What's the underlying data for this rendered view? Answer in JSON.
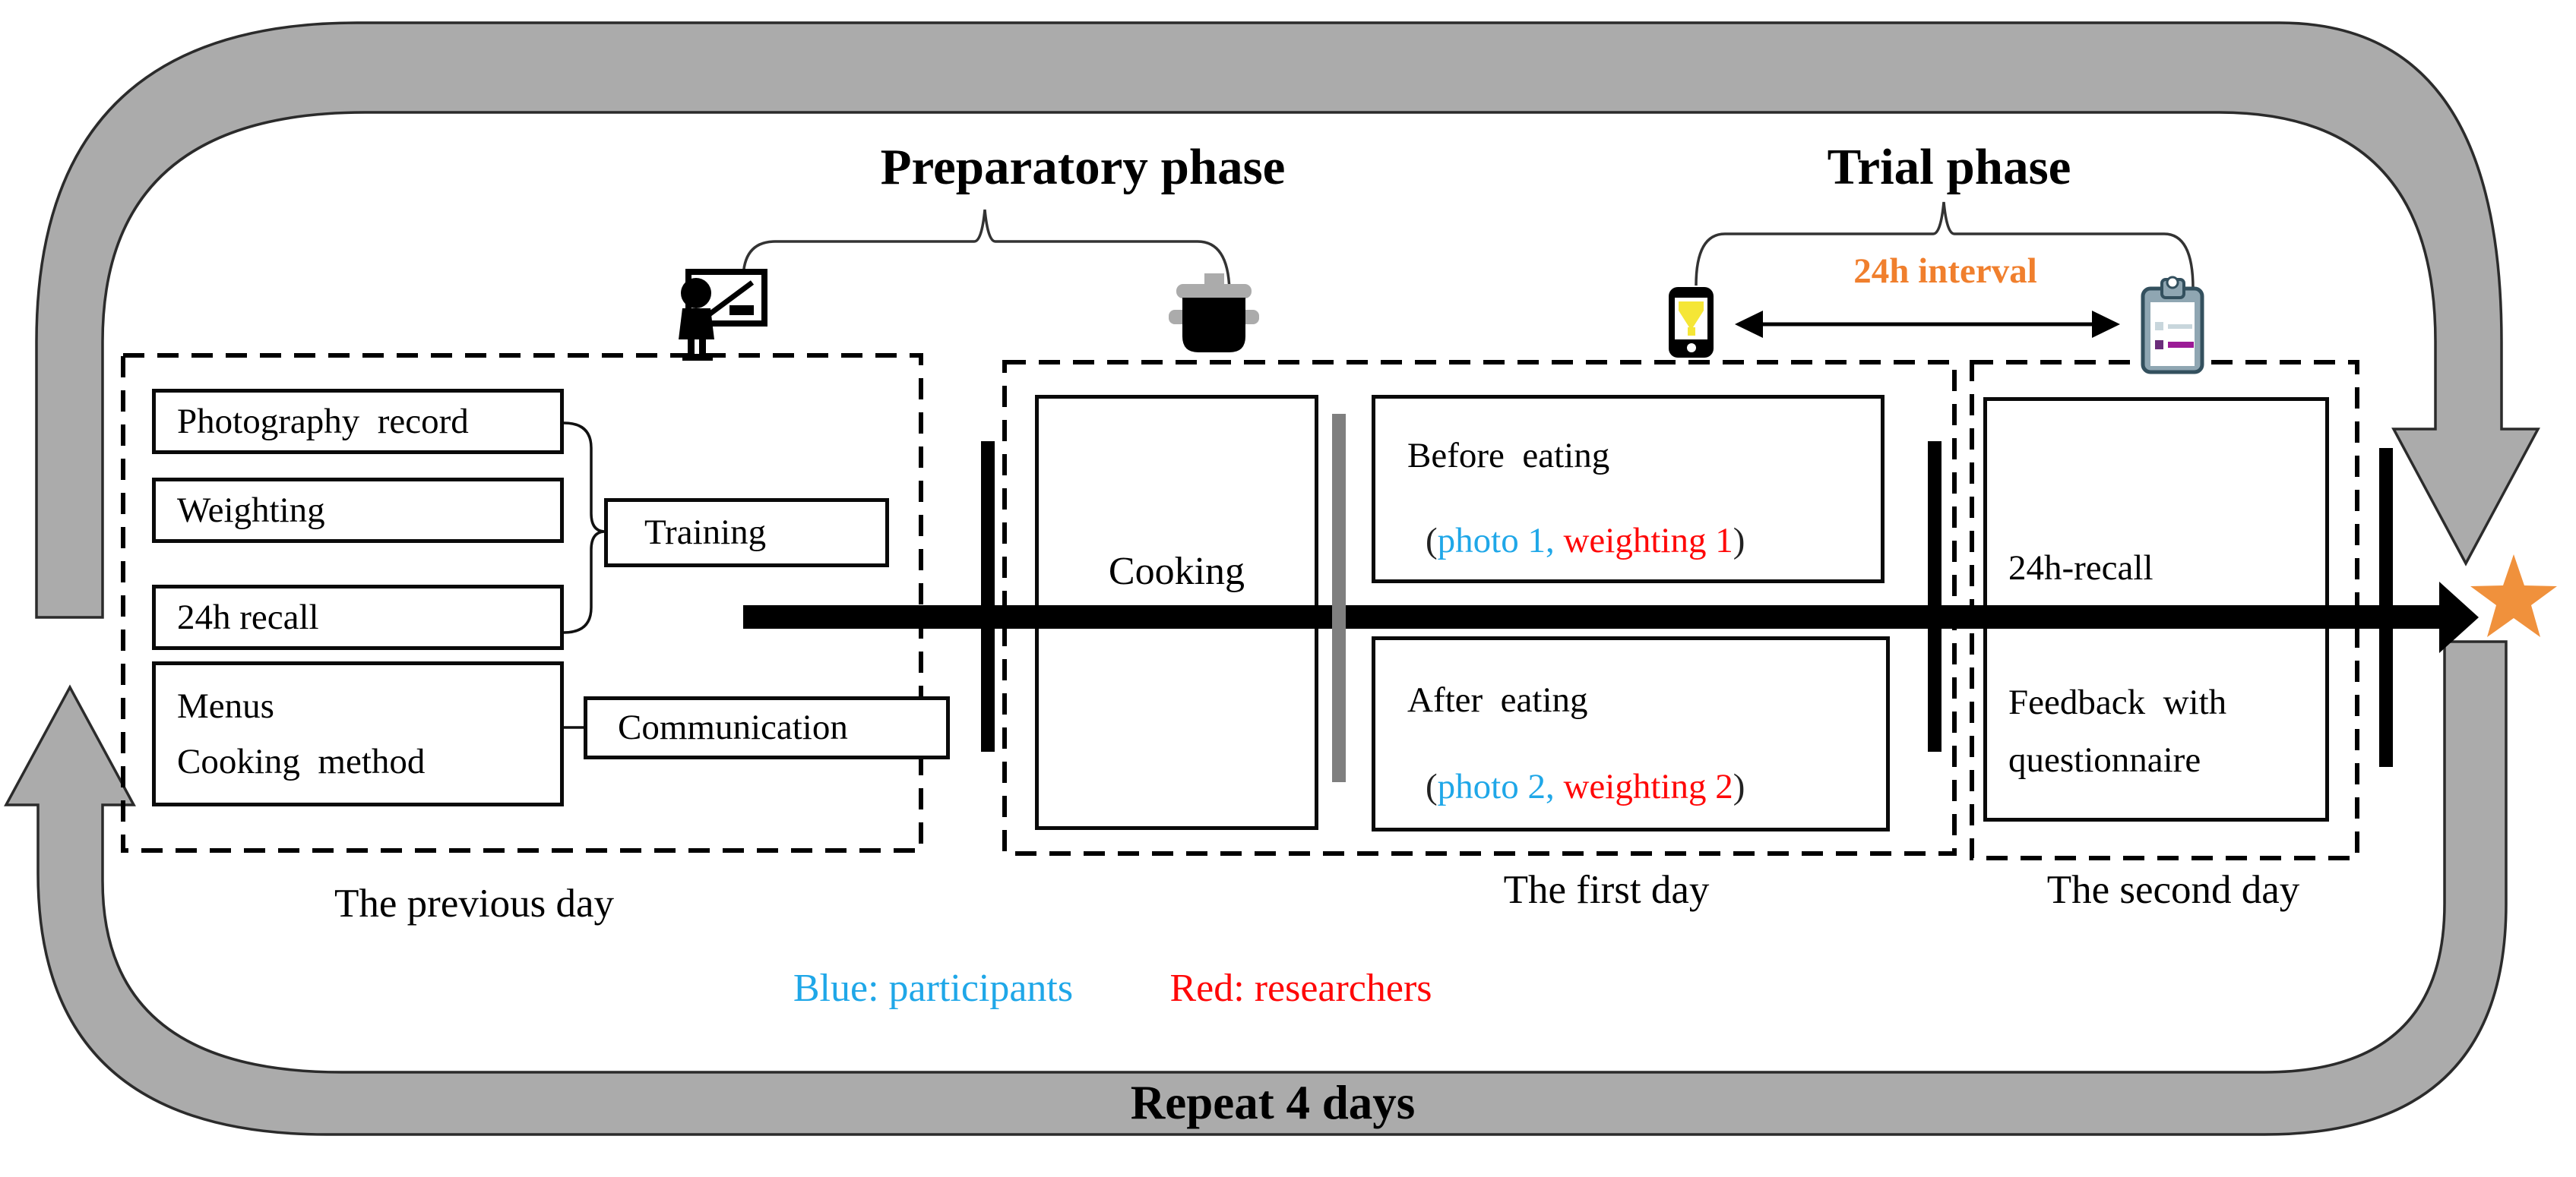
{
  "titles": {
    "preparatory": "Preparatory phase",
    "trial": "Trial phase"
  },
  "interval_label": "24h interval",
  "previous_day": {
    "box_photography": "Photography  record",
    "box_weighting": "Weighting",
    "box_recall": "24h recall",
    "menus_line1": "Menus",
    "menus_line2": "Cooking  method",
    "training": "Training",
    "communication": "Communication",
    "day_label": "The previous day"
  },
  "first_day": {
    "cooking": "Cooking",
    "before_title": "Before  eating",
    "before_open": "(",
    "before_blue": "photo 1,",
    "before_red": " weighting 1",
    "before_close": ")",
    "after_title": "After  eating",
    "after_open": "(",
    "after_blue": "photo 2,",
    "after_red": " weighting 2",
    "after_close": ")",
    "day_label": "The first day"
  },
  "second_day": {
    "recall": "24h-recall",
    "feedback_line1": "Feedback  with",
    "feedback_line2": "questionnaire",
    "day_label": "The second day"
  },
  "legend": {
    "blue": "Blue: participants",
    "red": "Red: researchers"
  },
  "repeat_label": "Repeat 4 days",
  "colors": {
    "participant_blue": "#1FA7E8",
    "researcher_red": "#FF0808",
    "interval_orange": "#F07F2D",
    "loop_gray": "#ABABAB",
    "separator_gray": "#7F7F7F",
    "star_orange": "#F0913C",
    "phone_screen_yellow": "#F5E636",
    "clipboard_blue": "#8FA6B2",
    "clipboard_purple": "#9B1B96"
  },
  "icons": {
    "presenter": "presenter-icon",
    "pot": "cooking-pot-icon",
    "phone": "smartphone-icon",
    "clipboard": "clipboard-icon",
    "star": "star-icon"
  }
}
